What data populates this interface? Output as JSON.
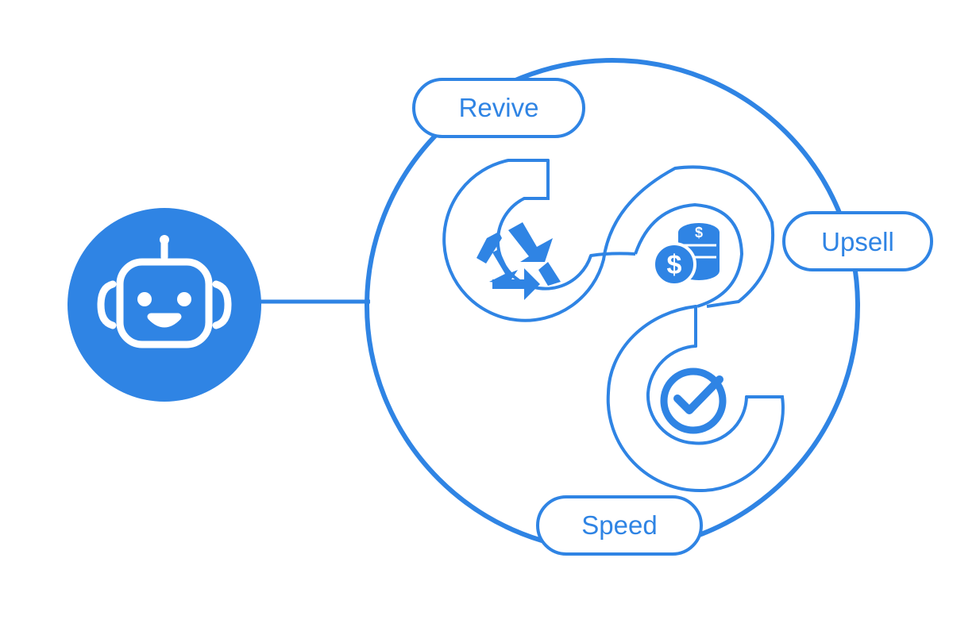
{
  "colors": {
    "primary": "#2f84e4",
    "background": "#ffffff",
    "icon_on_primary": "#ffffff"
  },
  "bot": {
    "icon": "robot-icon"
  },
  "labels": {
    "revive": "Revive",
    "upsell": "Upsell",
    "speed": "Speed"
  },
  "stages": [
    {
      "name": "revive",
      "icon": "recycle-icon"
    },
    {
      "name": "upsell",
      "icon": "coins-dollar-icon"
    },
    {
      "name": "speed",
      "icon": "checkmark-circle-icon"
    }
  ]
}
